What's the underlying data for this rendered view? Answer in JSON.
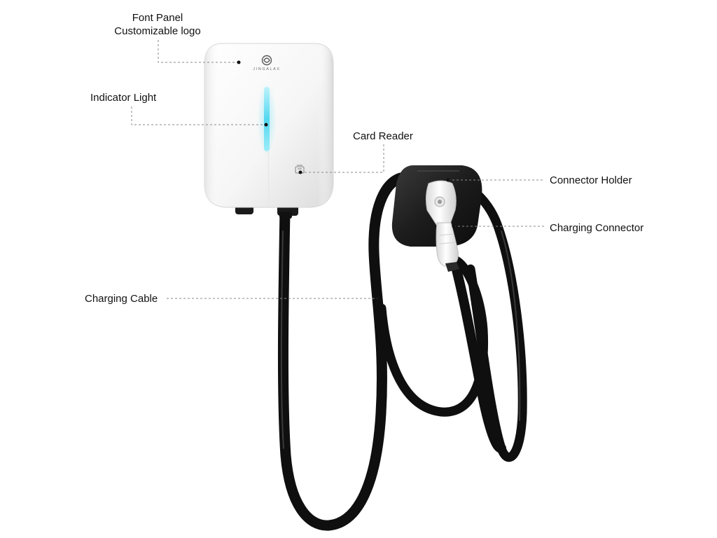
{
  "brand": {
    "name": "JINGALAX"
  },
  "labels": {
    "front_panel_line1": "Font Panel",
    "front_panel_line2": "Customizable logo",
    "indicator_light": "Indicator Light",
    "card_reader": "Card Reader",
    "connector_holder": "Connector Holder",
    "charging_connector": "Charging Connector",
    "charging_cable": "Charging Cable"
  },
  "colors": {
    "indicator_glow": "#54d8f0",
    "cable": "#0f0f0f",
    "holder": "#1c1c1c",
    "panel": "#f7f7f7",
    "leader_line": "#8a8a8a"
  },
  "icons": {
    "brand_logo": "spiral-logo-icon",
    "card_reader": "card-reader-icon"
  }
}
